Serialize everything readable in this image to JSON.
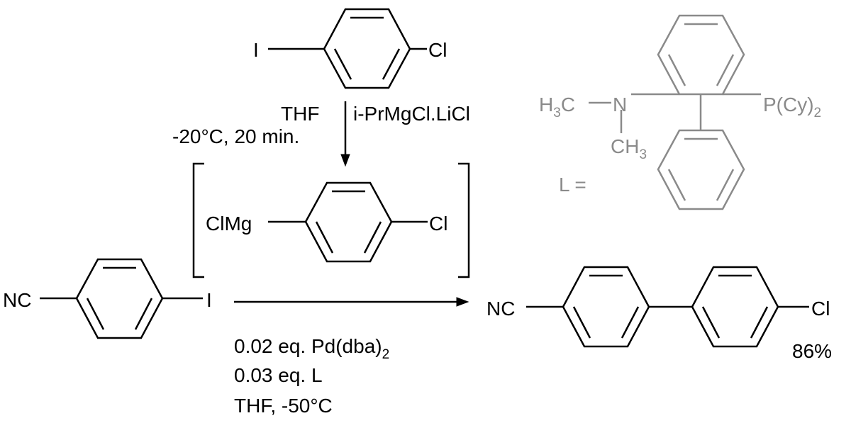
{
  "colors": {
    "main": "#000000",
    "ligand": "#8a8a8a"
  },
  "reagent_top": {
    "left_atom": "I",
    "right_atom": "Cl"
  },
  "step1": {
    "solvent": "THF",
    "reagent": "i-PrMgCl.LiCl",
    "conditions": "-20°C, 20 min."
  },
  "intermediate": {
    "left_group": "ClMg",
    "right_atom": "Cl"
  },
  "start_material": {
    "left_group": "NC",
    "right_atom": "I"
  },
  "step2": {
    "line1_main": "0.02 eq. Pd(dba)",
    "line1_sub": "2",
    "line2": "0.03 eq. L",
    "line3": "THF, -50°C"
  },
  "product": {
    "left_group": "NC",
    "right_atom": "Cl",
    "yield": "86%"
  },
  "ligand": {
    "label": "L =",
    "h3c_h": "H",
    "h3c_sub": "3",
    "h3c_c": "C",
    "nitrogen": "N",
    "ch3_c": "CH",
    "ch3_sub": "3",
    "phosphine_main": "P(Cy)",
    "phosphine_sub": "2"
  }
}
